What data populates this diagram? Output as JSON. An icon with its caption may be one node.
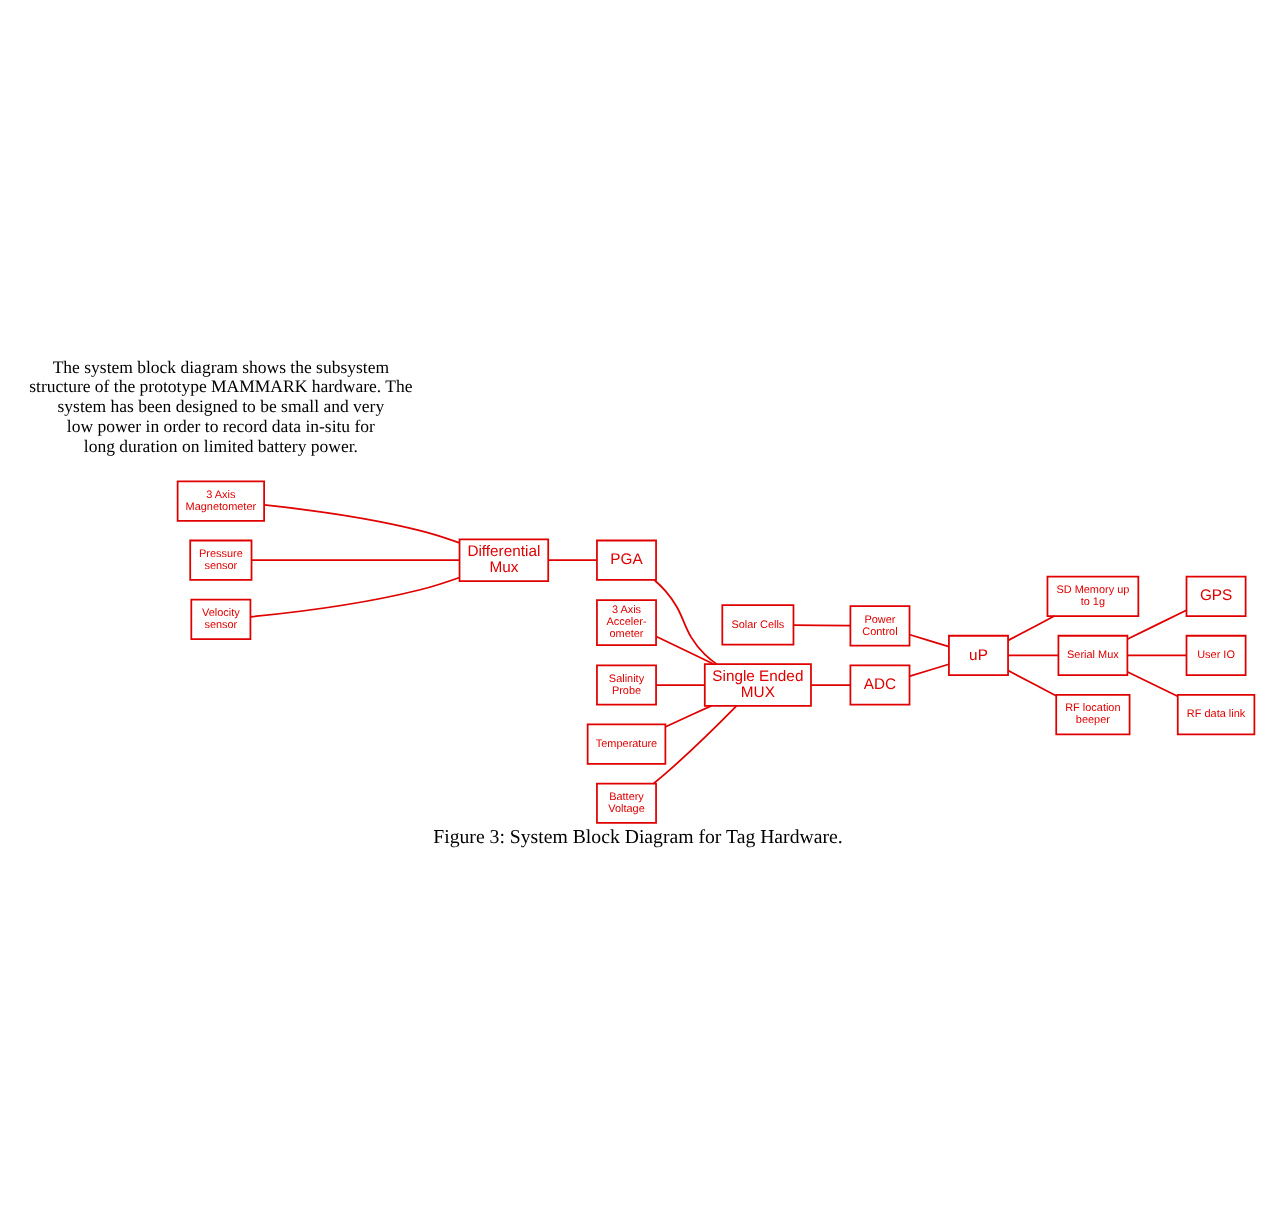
{
  "diagram": {
    "caption": "Figure 3: System Block Diagram for Tag Hardware.",
    "nodes": [
      {
        "text": [
          "Solar Cells"
        ]
      },
      {
        "text": [
          "3 Axis Magnetometer"
        ]
      },
      {
        "text": [
          "Differential Mux"
        ]
      },
      {
        "text": [
          "PGA"
        ]
      },
      {
        "text": [
          "Pressure sensor"
        ]
      },
      {
        "text": [
          "Power Control"
        ]
      },
      {
        "text": [
          "Velocity sensor"
        ]
      },
      {
        "text": [
          "3 Axis Acceler- ometer"
        ]
      },
      {
        "text": [
          "Single Ended MUX"
        ]
      },
      {
        "text": [
          "ADC"
        ]
      },
      {
        "text": [
          "uP"
        ]
      },
      {
        "text": [
          "SD Memory up to 1g"
        ]
      },
      {
        "text": [
          "Salinity Probe"
        ]
      },
      {
        "text": [
          "Serial Mux"
        ]
      },
      {
        "text": [
          "RF location beeper"
        ]
      },
      {
        "text": [
          "Temperature"
        ]
      },
      {
        "text": [
          "Battery Voltage"
        ]
      },
      {
        "text": [
          "GPS"
        ]
      },
      {
        "text": [
          "User IO"
        ]
      },
      {
        "text": [
          "RF data link"
        ]
      }
    ],
    "edges": [
      {
        "from": 1,
        "to": 2,
        "arrow": "none"
      },
      {
        "from": 4,
        "to": 2,
        "arrow": "none"
      },
      {
        "from": 6,
        "to": 2,
        "arrow": "none"
      },
      {
        "from": 2,
        "to": 3,
        "arrow": "none"
      },
      {
        "from": 3,
        "to": 8,
        "arrow": "none"
      },
      {
        "from": 7,
        "to": 8,
        "arrow": "none"
      },
      {
        "from": 12,
        "to": 8,
        "arrow": "none"
      },
      {
        "from": 15,
        "to": 8,
        "arrow": "none"
      },
      {
        "from": 16,
        "to": 8,
        "arrow": "none"
      },
      {
        "from": 8,
        "to": 9,
        "arrow": "none"
      },
      {
        "from": 9,
        "to": 10,
        "arrow": "none"
      },
      {
        "from": 0,
        "to": 5,
        "arrow": "none"
      },
      {
        "from": 5,
        "to": 10,
        "arrow": "none"
      },
      {
        "from": 10,
        "to": 11,
        "arrow": "none"
      },
      {
        "from": 10,
        "to": 14,
        "arrow": "none"
      },
      {
        "from": 10,
        "to": 13,
        "arrow": "none"
      },
      {
        "from": 13,
        "to": 17,
        "arrow": "none"
      },
      {
        "from": 13,
        "to": 18,
        "arrow": "none"
      },
      {
        "from": 13,
        "to": 19,
        "arrow": "none"
      }
    ],
    "labels": [
      "The system block diagram shows the subsystem structure of the prototype MAMMARK hardware. The system has been designed to be small and very low power in order to record data in-situ for long duration on limited battery power."
    ]
  }
}
